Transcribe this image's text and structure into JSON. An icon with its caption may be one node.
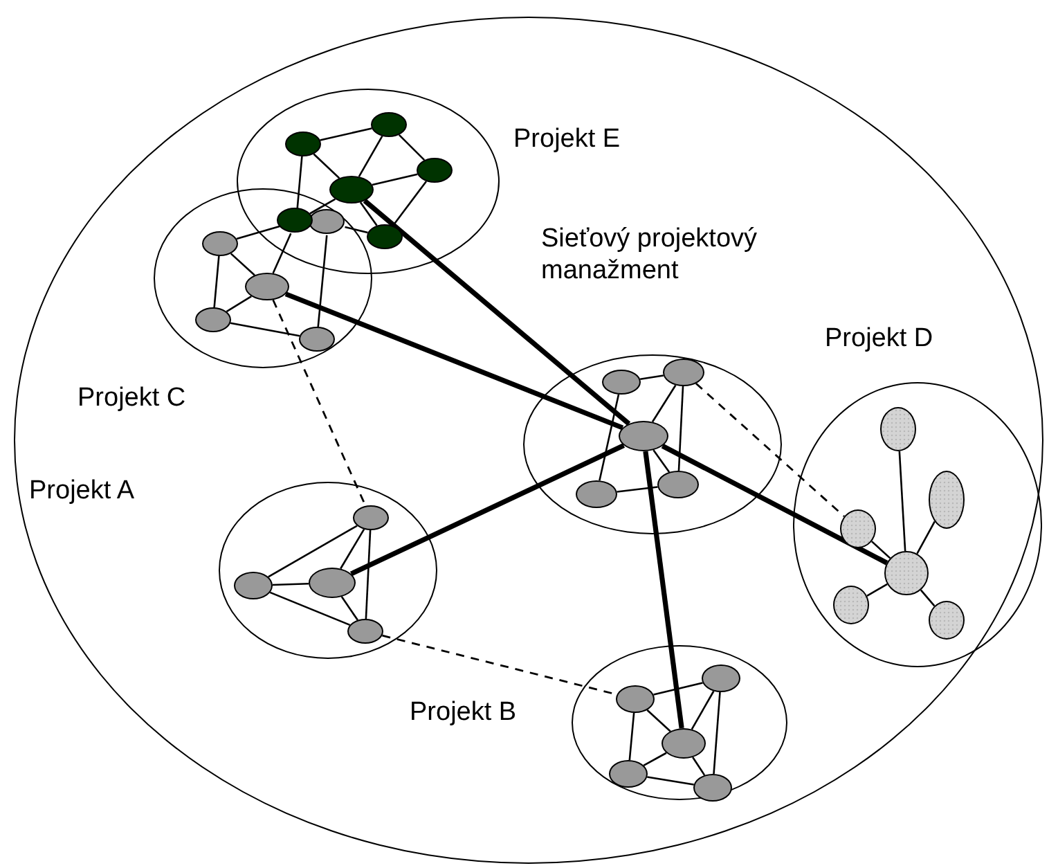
{
  "diagram": {
    "nodes": [
      {
        "text": [],
        "shape": "circle"
      },
      {
        "text": [
          "Projekt E"
        ],
        "in": 0
      },
      {
        "text": [],
        "shape": "circle",
        "in": 1
      },
      {
        "text": [],
        "shape": "circle",
        "in": 1
      },
      {
        "text": [],
        "shape": "circle",
        "in": 1
      },
      {
        "text": [],
        "shape": "circle",
        "in": 1
      },
      {
        "text": [],
        "shape": "circle"
      },
      {
        "text": [],
        "shape": "circle",
        "in": 1
      },
      {
        "text": [
          "Projekt C"
        ],
        "in": 0
      },
      {
        "text": [],
        "shape": "circle"
      },
      {
        "text": [],
        "shape": "circle",
        "in": 8
      },
      {
        "text": [],
        "shape": "circle",
        "in": 8
      },
      {
        "text": [],
        "shape": "circle",
        "in": 8
      },
      {
        "text": [],
        "shape": "circle",
        "in": 8
      },
      {
        "text": [
          "Sieťový projektový manažment"
        ],
        "in": 0
      },
      {
        "text": [],
        "shape": "circle",
        "in": 14
      },
      {
        "text": [],
        "shape": "circle",
        "in": 14
      },
      {
        "text": [],
        "shape": "circle",
        "in": 14
      },
      {
        "text": [],
        "shape": "circle",
        "in": 14
      },
      {
        "text": [],
        "shape": "circle",
        "in": 14
      },
      {
        "text": [
          "Projekt D"
        ],
        "in": 0
      },
      {
        "text": [],
        "shape": "circle",
        "in": 20
      },
      {
        "text": [],
        "shape": "circle",
        "in": 20
      },
      {
        "text": [],
        "shape": "circle",
        "in": 20
      },
      {
        "text": [],
        "shape": "circle",
        "in": 20
      },
      {
        "text": [],
        "shape": "circle",
        "in": 20
      },
      {
        "text": [],
        "shape": "circle",
        "in": 20
      },
      {
        "text": [
          "Projekt A"
        ],
        "in": 0
      },
      {
        "text": [],
        "shape": "circle",
        "in": 27
      },
      {
        "text": [],
        "shape": "circle",
        "in": 27
      },
      {
        "text": [],
        "shape": "circle",
        "in": 27
      },
      {
        "text": [],
        "shape": "circle",
        "in": 27
      },
      {
        "text": [
          "Projekt B"
        ],
        "in": 0
      },
      {
        "text": [],
        "shape": "circle",
        "in": 32
      },
      {
        "text": [],
        "shape": "circle",
        "in": 32
      },
      {
        "text": [],
        "shape": "circle",
        "in": 32
      },
      {
        "text": [],
        "shape": "circle",
        "in": 32
      },
      {
        "text": [],
        "shape": "circle",
        "in": 32
      }
    ],
    "edges": [
      {
        "from": 2,
        "to": 3,
        "arrow": "none"
      },
      {
        "from": 2,
        "to": 5,
        "arrow": "none"
      },
      {
        "from": 2,
        "to": 6,
        "arrow": "none"
      },
      {
        "from": 3,
        "to": 5,
        "arrow": "none"
      },
      {
        "from": 3,
        "to": 4,
        "arrow": "none"
      },
      {
        "from": 5,
        "to": 4,
        "arrow": "none"
      },
      {
        "from": 4,
        "to": 7,
        "arrow": "none"
      },
      {
        "from": 5,
        "to": 7,
        "arrow": "none"
      },
      {
        "from": 6,
        "to": 5,
        "arrow": "none"
      },
      {
        "from": 9,
        "to": 7,
        "arrow": "none"
      },
      {
        "from": 10,
        "to": 6,
        "arrow": "none"
      },
      {
        "from": 10,
        "to": 11,
        "arrow": "none"
      },
      {
        "from": 10,
        "to": 12,
        "arrow": "none"
      },
      {
        "from": 12,
        "to": 11,
        "arrow": "none"
      },
      {
        "from": 12,
        "to": 13,
        "arrow": "none"
      },
      {
        "from": 9,
        "to": 13,
        "arrow": "none"
      },
      {
        "from": 11,
        "to": 6,
        "arrow": "none"
      },
      {
        "from": 5,
        "to": 17,
        "arrow": "none",
        "style": "thick"
      },
      {
        "from": 11,
        "to": 17,
        "arrow": "none",
        "style": "thick"
      },
      {
        "from": 15,
        "to": 16,
        "arrow": "none"
      },
      {
        "from": 15,
        "to": 18,
        "arrow": "none"
      },
      {
        "from": 16,
        "to": 17,
        "arrow": "none"
      },
      {
        "from": 16,
        "to": 19,
        "arrow": "none"
      },
      {
        "from": 18,
        "to": 19,
        "arrow": "none"
      },
      {
        "from": 17,
        "to": 19,
        "arrow": "none"
      },
      {
        "from": 17,
        "to": 24,
        "arrow": "none",
        "style": "thick"
      },
      {
        "from": 17,
        "to": 35,
        "arrow": "none",
        "style": "thick"
      },
      {
        "from": 30,
        "to": 17,
        "arrow": "none",
        "style": "thick"
      },
      {
        "from": 16,
        "to": 23,
        "arrow": "none",
        "style": "dashed"
      },
      {
        "from": 11,
        "to": 28,
        "arrow": "none",
        "style": "dashed"
      },
      {
        "from": 31,
        "to": 33,
        "arrow": "none",
        "style": "dashed"
      },
      {
        "from": 24,
        "to": 21,
        "arrow": "none"
      },
      {
        "from": 24,
        "to": 22,
        "arrow": "none"
      },
      {
        "from": 24,
        "to": 23,
        "arrow": "none"
      },
      {
        "from": 24,
        "to": 25,
        "arrow": "none"
      },
      {
        "from": 24,
        "to": 26,
        "arrow": "none"
      },
      {
        "from": 28,
        "to": 29,
        "arrow": "none"
      },
      {
        "from": 28,
        "to": 30,
        "arrow": "none"
      },
      {
        "from": 28,
        "to": 31,
        "arrow": "none"
      },
      {
        "from": 29,
        "to": 30,
        "arrow": "none"
      },
      {
        "from": 29,
        "to": 31,
        "arrow": "none"
      },
      {
        "from": 30,
        "to": 31,
        "arrow": "none"
      },
      {
        "from": 33,
        "to": 34,
        "arrow": "none"
      },
      {
        "from": 33,
        "to": 35,
        "arrow": "none"
      },
      {
        "from": 33,
        "to": 36,
        "arrow": "none"
      },
      {
        "from": 34,
        "to": 35,
        "arrow": "none"
      },
      {
        "from": 34,
        "to": 37,
        "arrow": "none"
      },
      {
        "from": 35,
        "to": 36,
        "arrow": "none"
      },
      {
        "from": 35,
        "to": 37,
        "arrow": "none"
      },
      {
        "from": 36,
        "to": 37,
        "arrow": "none"
      }
    ]
  }
}
